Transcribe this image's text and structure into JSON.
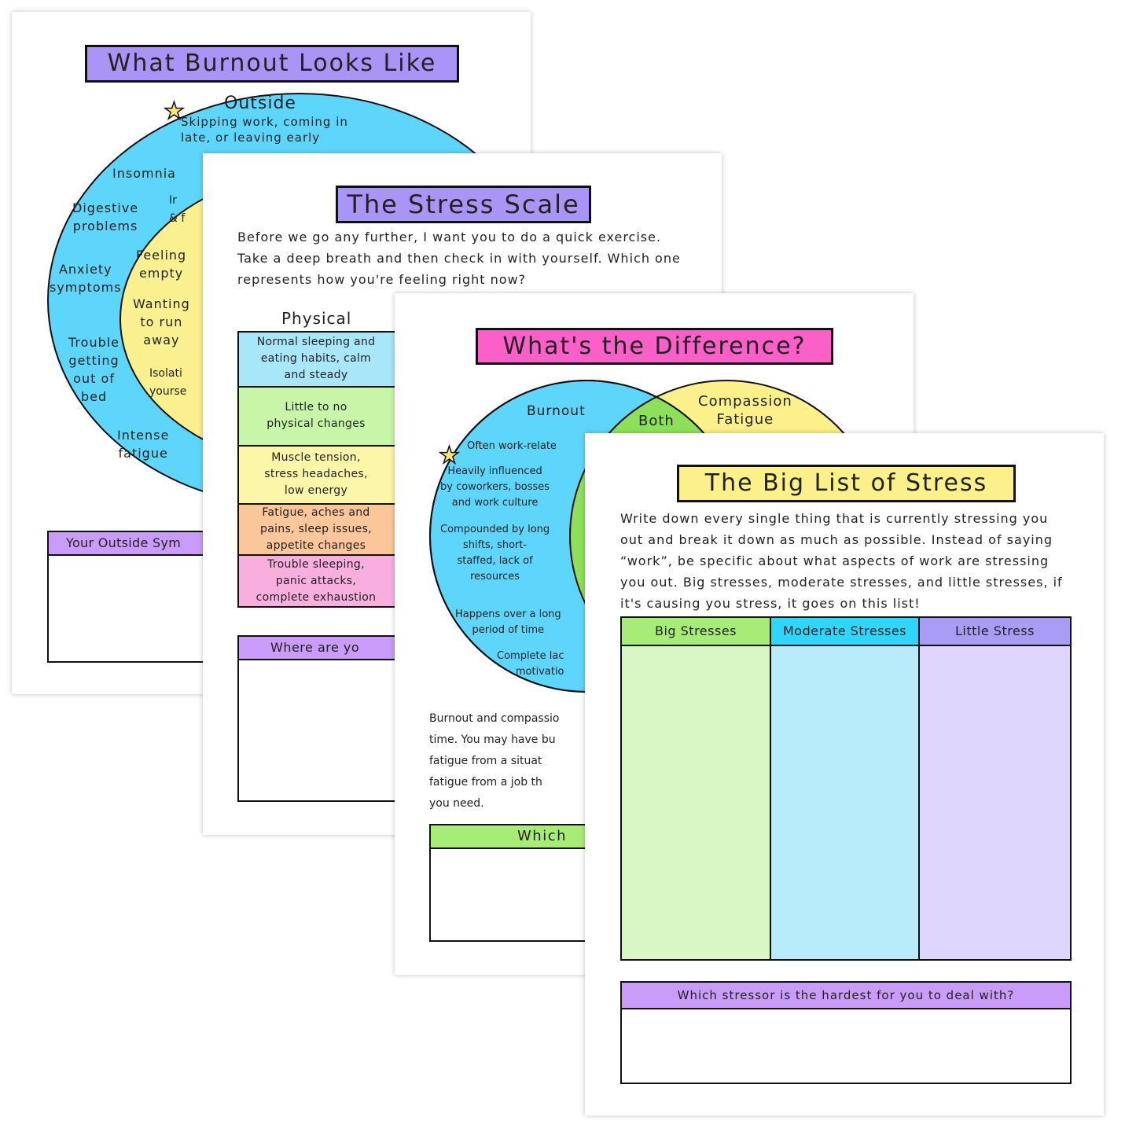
{
  "colors": {
    "purple": "#a895f6",
    "pink": "#fb5fc8",
    "yellow": "#fbf08a",
    "blue": "#5ed6fb",
    "green": "#a8ec78"
  },
  "page1": {
    "title": "What Burnout Looks Like",
    "outside_label": "Outside",
    "items_outer": [
      "Skipping work, coming in\nlate, or leaving early",
      "Insomnia",
      "Digestive\nproblems",
      "Anxiety\nsymptoms",
      "Trouble\ngetting\nout of\nbed",
      "Intense\nfatigue"
    ],
    "items_inner": [
      "Ir\n& f",
      "Feeling\nempty",
      "Wanting\nto run\naway",
      "Isolati\nyourse"
    ],
    "box_label": "Your Outside Sym",
    "star_icon": "star-icon"
  },
  "page2": {
    "title": "The Stress Scale",
    "intro": "Before we go any further, I want you to do a quick exercise. Take a deep breath and then check in with yourself. Which one represents how you're feeling right now?",
    "column_label": "Physical",
    "rows": [
      "Normal sleeping and\neating habits, calm\nand steady",
      "Little to no\nphysical changes",
      "Muscle tension,\nstress headaches,\nlow energy",
      "Fatigue, aches and\npains, sleep issues,\nappetite changes",
      "Trouble sleeping,\npanic attacks,\ncomplete exhaustion"
    ],
    "box_label": "Where are yo"
  },
  "page3": {
    "title": "What's the Difference?",
    "burnout_label": "Burnout",
    "both_label": "Both",
    "compassion_label": "Compassion\nFatigue",
    "burnout_items": [
      "Often work-relate",
      "Heavily influenced\nby coworkers, bosses\nand work culture",
      "Compounded by long\nshifts, short-\nstaffed, lack of\nresources",
      "Happens over a long\nperiod of time",
      "Complete lac\nmotivatio"
    ],
    "paragraph": [
      "Burnout and compassio",
      "time. You may have bu",
      "fatigue from a situat",
      "fatigue from a job th",
      "you need."
    ],
    "box_label": "Which"
  },
  "page4": {
    "title": "The Big List of Stress",
    "intro": "Write down every single thing that is currently stressing you out and break it down as much as possible. Instead of saying “work”, be specific about what aspects of work are stressing you out. Big stresses, moderate stresses, and little stresses, if it's causing you stress, it goes on this list!",
    "columns": [
      "Big Stresses",
      "Moderate Stresses",
      "Little Stress"
    ],
    "box_label": "Which stressor is the hardest for you to deal with?"
  }
}
